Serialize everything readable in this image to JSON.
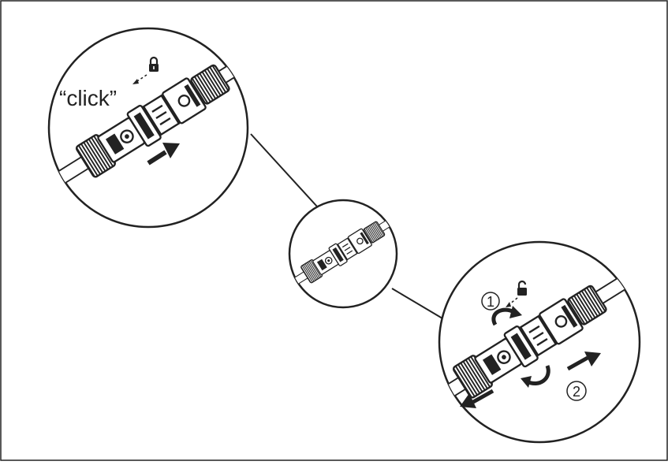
{
  "labels": {
    "click": "“click”",
    "step1": "1",
    "step2": "2"
  },
  "icons": {
    "locked": "lock-closed-icon",
    "unlocked": "lock-open-icon"
  },
  "colors": {
    "line": "#1a1a1a",
    "background": "#ffffff",
    "frame": "#222222"
  }
}
